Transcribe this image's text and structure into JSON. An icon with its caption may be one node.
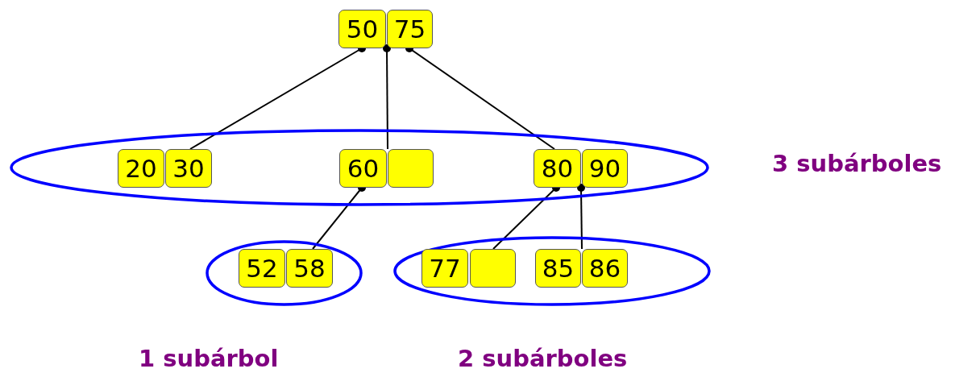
{
  "diagram": {
    "nodes": [
      {
        "text": [
          "50"
        ]
      },
      {
        "text": [
          "75"
        ]
      },
      {
        "text": [],
        "shape": "ellipse"
      },
      {
        "text": [
          "20"
        ],
        "in": 2
      },
      {
        "text": [
          "30"
        ],
        "in": 2
      },
      {
        "text": [
          "60"
        ],
        "in": 2
      },
      {
        "text": [],
        "shape": "box",
        "in": 2
      },
      {
        "text": [
          "80"
        ],
        "in": 2
      },
      {
        "text": [
          "90"
        ],
        "in": 2
      },
      {
        "text": [],
        "shape": "ellipse"
      },
      {
        "text": [
          "52"
        ],
        "in": 9
      },
      {
        "text": [
          "58"
        ],
        "in": 9
      },
      {
        "text": [],
        "shape": "ellipse"
      },
      {
        "text": [
          "77"
        ],
        "in": 12
      },
      {
        "text": [],
        "shape": "box",
        "in": 12
      },
      {
        "text": [
          "85"
        ],
        "in": 12
      },
      {
        "text": [
          "86"
        ],
        "in": 12
      }
    ],
    "edges": [
      {
        "from": 0,
        "to": 4,
        "arrow": "other"
      },
      {
        "from": 0,
        "to": 5,
        "arrow": "other"
      },
      {
        "from": 1,
        "to": 7,
        "arrow": "other"
      },
      {
        "from": 5,
        "to": 11,
        "arrow": "other"
      },
      {
        "from": 7,
        "to": 14,
        "arrow": "other"
      },
      {
        "from": 8,
        "to": 16,
        "arrow": "other"
      }
    ],
    "labels": [
      "3 subárboles",
      "1 subárbol",
      "2 subárboles"
    ]
  }
}
